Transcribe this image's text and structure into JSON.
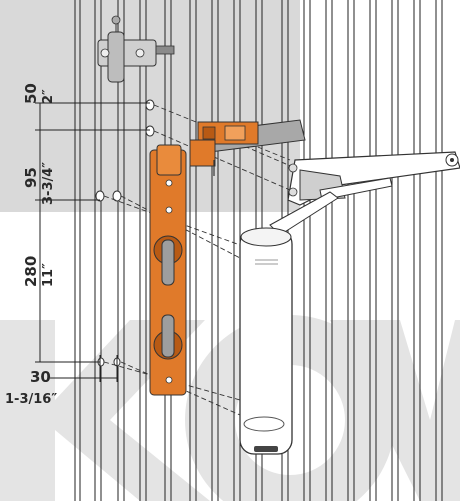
{
  "dimensions": [
    {
      "id": "d1",
      "mm": "50",
      "inch": "2″"
    },
    {
      "id": "d2",
      "mm": "95",
      "inch": "3-3/4″"
    },
    {
      "id": "d3",
      "mm": "280",
      "inch": "11″"
    },
    {
      "id": "d4",
      "mm": "30",
      "inch": "1-3/16″"
    }
  ],
  "colors": {
    "bracket": "#e07a2a",
    "bracket_dark": "#b85a14",
    "grey_block": "#d9d9d9",
    "watermark": "#e5e5e5",
    "line": "#333333",
    "steel": "#9a9a9a"
  }
}
